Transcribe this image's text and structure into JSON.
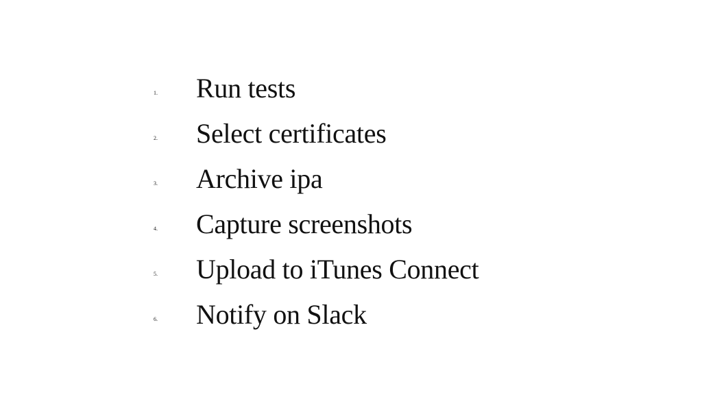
{
  "slide": {
    "items": [
      {
        "number": "1.",
        "text": "Run tests"
      },
      {
        "number": "2.",
        "text": "Select certificates"
      },
      {
        "number": "3.",
        "text": "Archive ipa"
      },
      {
        "number": "4.",
        "text": "Capture screenshots"
      },
      {
        "number": "5.",
        "text": "Upload to iTunes Connect"
      },
      {
        "number": "6.",
        "text": "Notify on Slack"
      }
    ]
  }
}
